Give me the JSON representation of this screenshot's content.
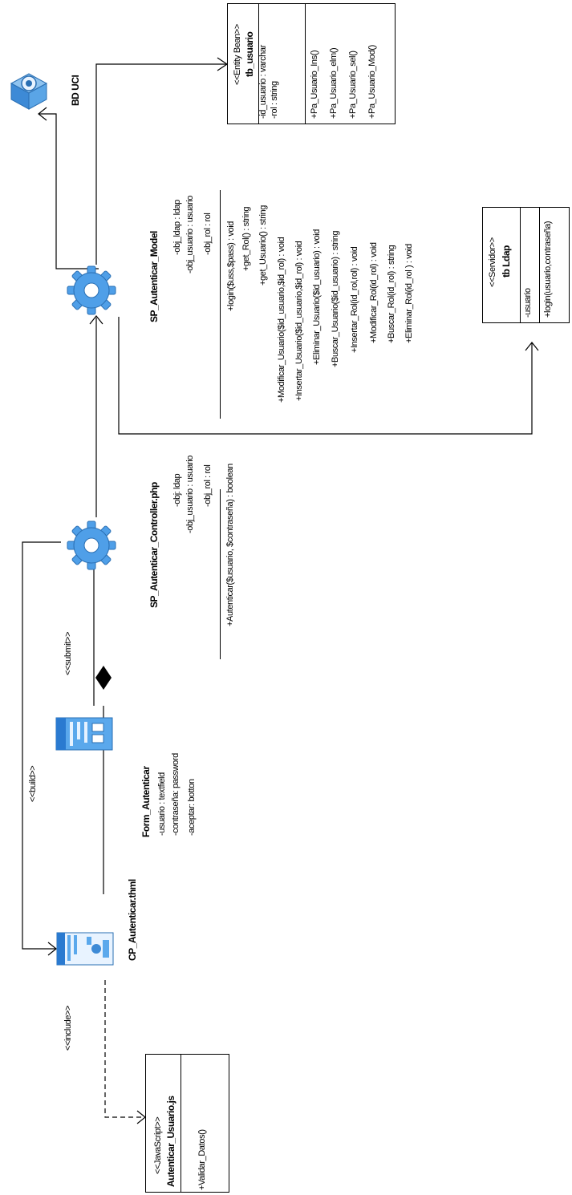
{
  "database": {
    "label": "BD UCI"
  },
  "tb_usuario": {
    "stereotype": "<<Entity Bean>>",
    "name": "tb_usuario",
    "attributes": [
      "-id_usuario : varchar",
      "-rol : string"
    ],
    "methods": [
      "+Pa_Usuario_Ins()",
      "+Pa_Usuario_elm()",
      "+Pa_Usuario_sel()",
      "+Pa_Usuario_Mod()"
    ]
  },
  "model": {
    "name": "SP_Autenticar_Model",
    "attributes": [
      "-obj_ldap : ldap",
      "-obj_usuario : usuario",
      "-obj_rol : rol"
    ],
    "methods": [
      "+login($uss,$pass) : void",
      "+get_Rol() : string",
      "+get_Usuario() : string",
      "+Modificar_Usuario($id_usuario,$id_rol) : void",
      "+Insertar_Usuario($id_usuario,$id_rol) : void",
      "+Eliminar_Usuario($id_usuario) : void",
      "+Buscar_Usuario($id_usuario) : string",
      "+Insertar_Rol(id_rol,rol) : void",
      "+Modificar_Rol(id_rol) : void",
      "+Buscar_Rol(id_rol) : string",
      "+Eliminar_Rol(id_rol ) : void"
    ]
  },
  "tb_ldap": {
    "stereotype": "<<Servidor>>",
    "name": "tb Ldap",
    "attributes": [
      "-usuario"
    ],
    "methods": [
      "+login(usuario,contraseña)"
    ]
  },
  "controller": {
    "name": "SP_Autenticar_Controller.php",
    "attributes": [
      "-obj: ldap",
      "-obj_usuario : usuario",
      "-obj_rol : rol"
    ],
    "methods": [
      "+Autenticar($usuario, $contraseña) : boolean"
    ]
  },
  "form": {
    "name": "Form_Autenticar",
    "attributes": [
      "-usuario : textfield",
      "-contraseña: password",
      "-aceptar: botton"
    ]
  },
  "client_page": {
    "name": "CP_Autenticar.thml"
  },
  "javascript": {
    "stereotype": "<<JavaScript>>",
    "name": "Autenticar_Usuario.js",
    "methods": [
      "+Validar_Datos()"
    ]
  },
  "relations": {
    "build": "<<build>>",
    "submit": "<<submit>>",
    "include": "<<include>>"
  }
}
